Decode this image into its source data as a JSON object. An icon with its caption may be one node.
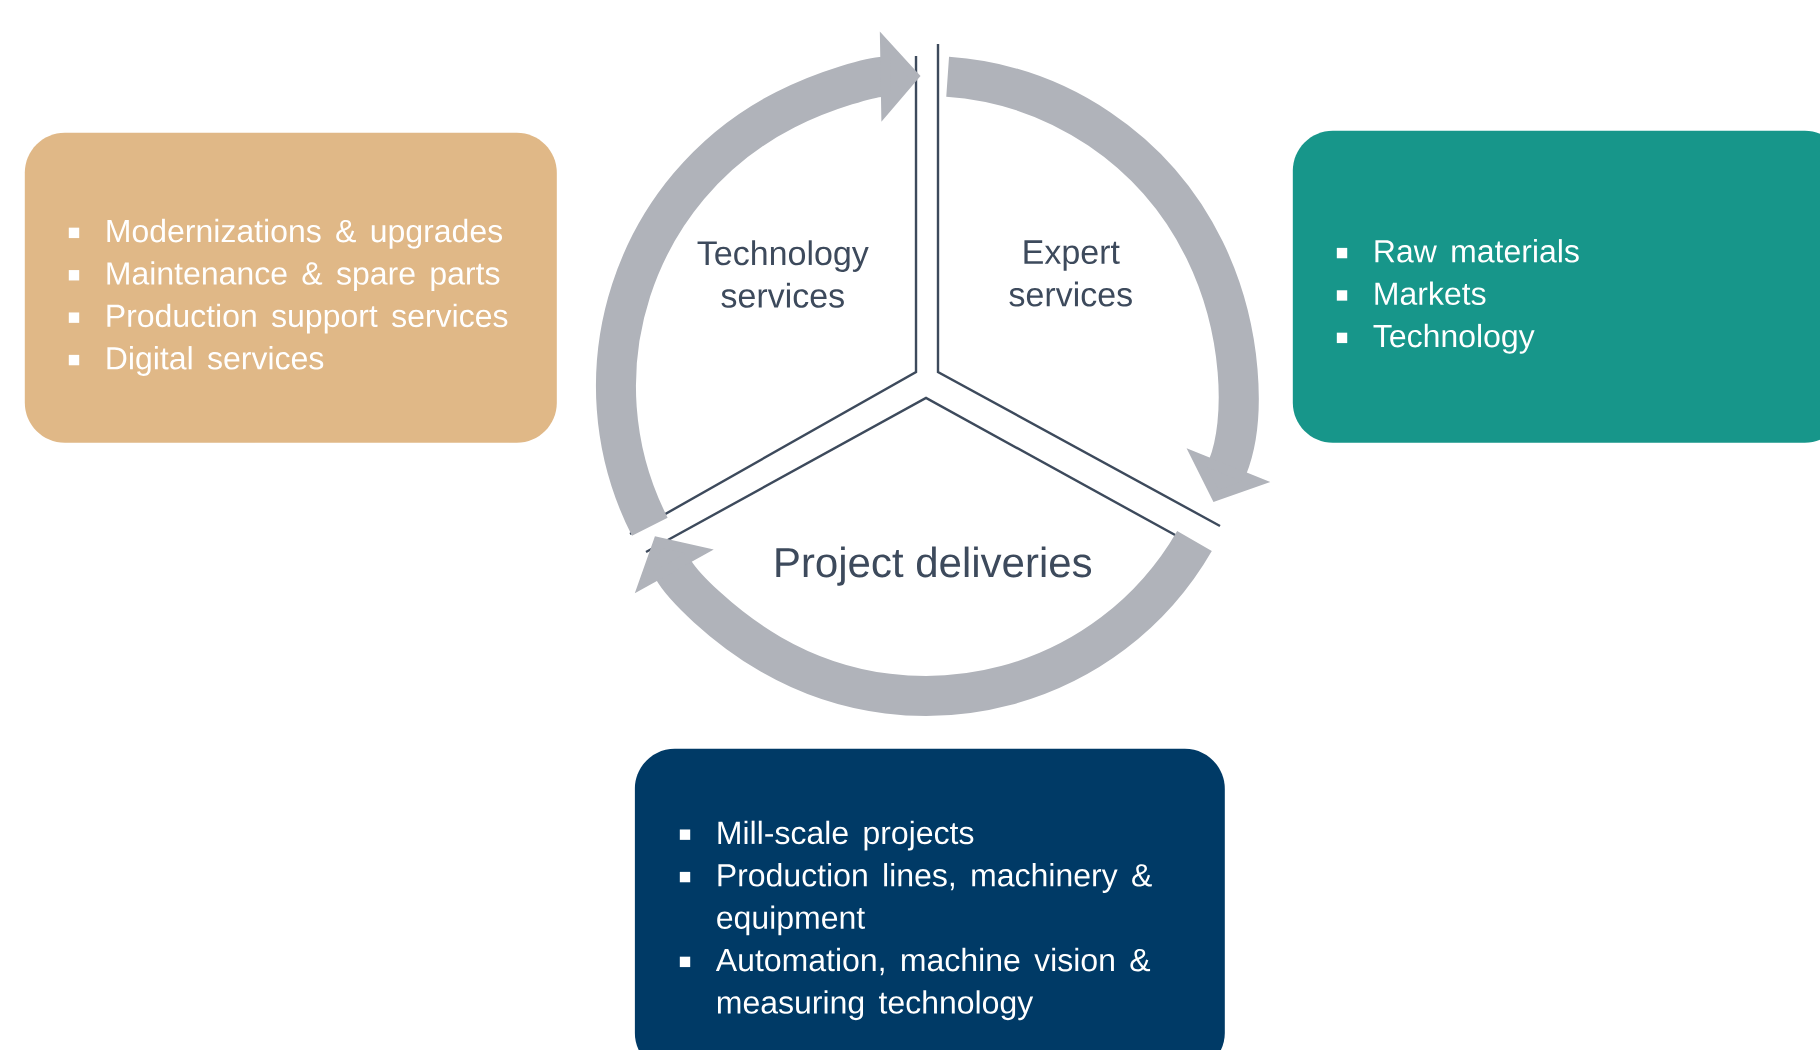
{
  "diagram": {
    "nodes": [
      {
        "text": [
          "Modernizations & upgrades",
          "Maintenance & spare parts",
          "Production support services",
          "Digital services"
        ]
      },
      {
        "text": [
          "Technology services"
        ]
      },
      {
        "text": [
          "Expert services"
        ]
      },
      {
        "text": [
          "Raw materials",
          "Markets",
          "Technology"
        ]
      },
      {
        "text": [
          "Project deliveries"
        ]
      },
      {
        "text": [
          "Mill-scale projects",
          "Production lines, machinery & equipment",
          "Automation, machine vision & measuring technology"
        ]
      }
    ],
    "edges": [
      {
        "from": 1,
        "to": 2,
        "arrow": "to"
      },
      {
        "from": 2,
        "to": 4,
        "arrow": "to"
      },
      {
        "from": 4,
        "to": 1,
        "arrow": "to"
      }
    ]
  }
}
